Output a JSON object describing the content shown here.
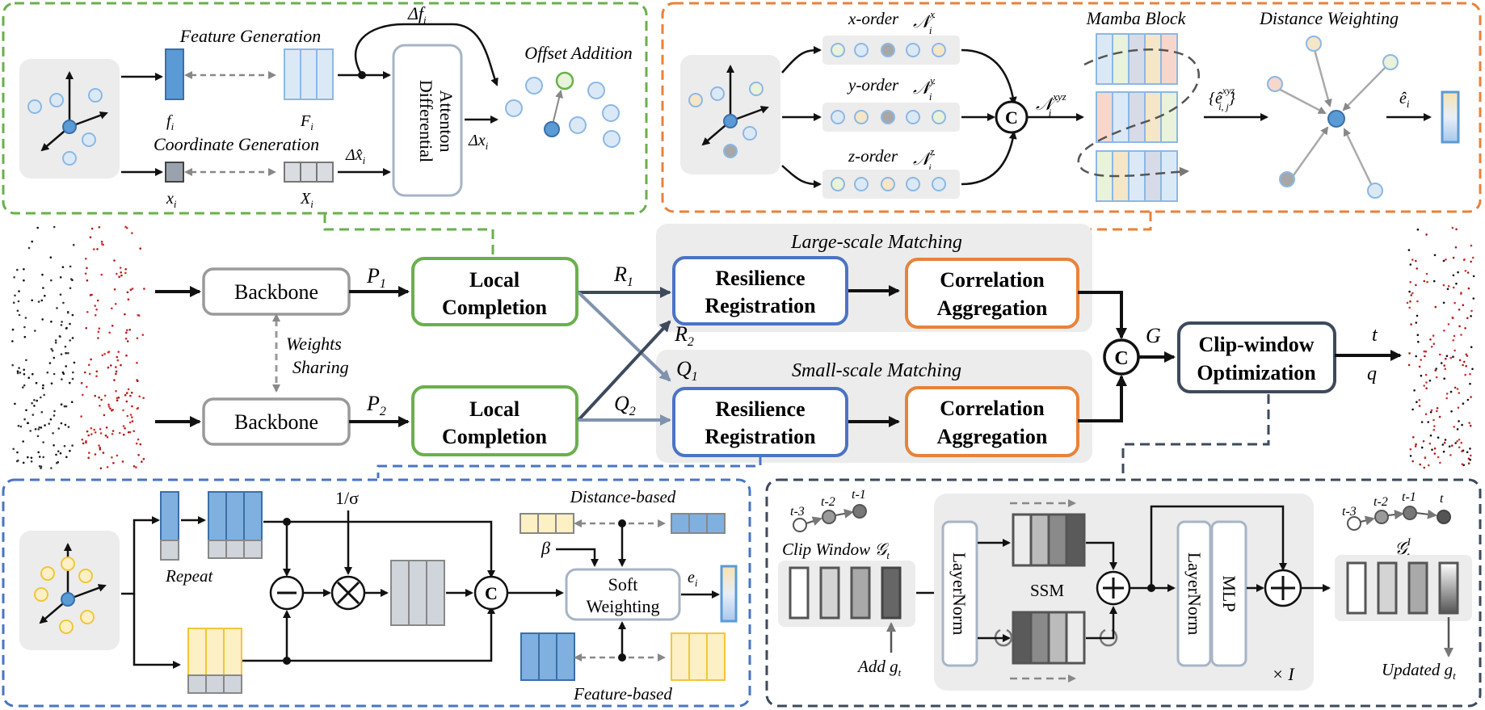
{
  "panel_feature": {
    "feature_generation": "Feature Generation",
    "coordinate_generation": "Coordinate Generation",
    "offset_addition": "Offset Addition",
    "diff_line1": "Differential",
    "diff_line2": "Attenton",
    "f_small": "f",
    "f_big": "F",
    "x_small": "x",
    "x_big": "X",
    "sub_i": "i",
    "delta_f": "Δf",
    "delta_x": "Δx",
    "delta_xhat": "Δx̂"
  },
  "panel_mamba": {
    "x_order": "x-order",
    "y_order": "y-order",
    "z_order": "z-order",
    "n_sym": "𝒩",
    "sup_x": "x",
    "sup_y": "y",
    "sup_z": "z",
    "sup_xyz": "xyz",
    "sub_i": "i",
    "mamba_block": "Mamba Block",
    "distance_weighting": "Distance Weighting",
    "e_set": "{ê",
    "e_set_sub": "i, j",
    "e_set_close": "}",
    "e_hat": "ê",
    "concat": "C"
  },
  "pipeline": {
    "backbone": "Backbone",
    "weights_line1": "Weights",
    "weights_line2": "Sharing",
    "local_completion_line1": "Local",
    "local_completion_line2": "Completion",
    "resilience_line1": "Resilience",
    "resilience_line2": "Registration",
    "correlation_line1": "Correlation",
    "correlation_line2": "Aggregation",
    "large_scale": "Large-scale Matching",
    "small_scale": "Small-scale Matching",
    "clip_line1": "Clip-window",
    "clip_line2": "Optimization",
    "P": "P",
    "R": "R",
    "Q": "Q",
    "G": "G",
    "t": "t",
    "q": "q",
    "one": "1",
    "two": "2",
    "concat": "C"
  },
  "panel_soft": {
    "repeat": "Repeat",
    "inv_sigma": "1/σ",
    "beta": "β",
    "distance_based": "Distance-based",
    "feature_based": "Feature-based",
    "soft_line1": "Soft",
    "soft_line2": "Weighting",
    "e": "e",
    "sub_i": "i",
    "concat": "C"
  },
  "panel_clip": {
    "t3": "t-3",
    "t2": "t-2",
    "t1": "t-1",
    "t": "t",
    "clip_window": "Clip Window 𝒢",
    "clip_sub": "t",
    "add_g": "Add g",
    "add_sub": "t",
    "layernorm": "LayerNorm",
    "ssm": "SSM",
    "mlp": "MLP",
    "times_i": "× I",
    "g_prime": "𝒢",
    "g_prime_sup": "I",
    "g_prime_sub": "t",
    "updated": "Updated g",
    "updated_sub": "t"
  },
  "colors": {
    "green": "#6ab04c",
    "orange": "#e8823a",
    "blue": "#4a74c4",
    "navy": "#3d4a5c",
    "gray_panel": "#ececec"
  }
}
